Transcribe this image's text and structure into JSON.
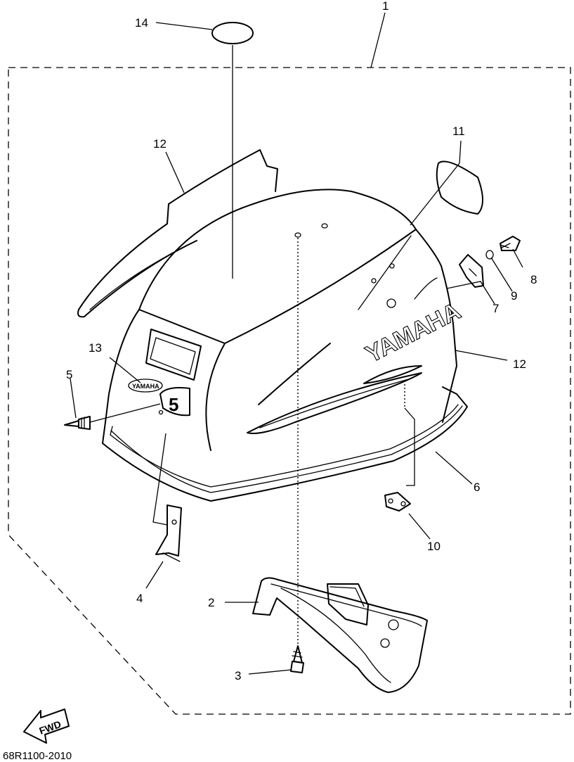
{
  "callouts": {
    "c1": "1",
    "c2": "2",
    "c3": "3",
    "c4": "4",
    "c5": "5",
    "c6": "6",
    "c7": "7",
    "c8": "8",
    "c9": "9",
    "c10": "10",
    "c11": "11",
    "c12_top": "12",
    "c12_right": "12",
    "c13": "13",
    "c14": "14"
  },
  "decal": {
    "brand": "YAMAHA",
    "badge_brand": "YAMAHA",
    "model_number": "5"
  },
  "direction_marker": "FWD",
  "part_number": "68R1100-2010"
}
